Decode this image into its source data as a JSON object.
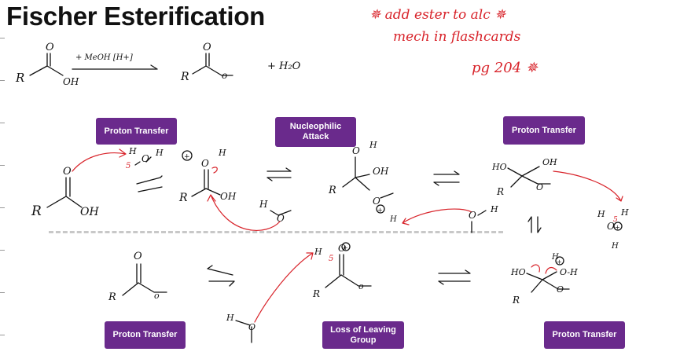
{
  "title": "Fischer Esterification",
  "note": {
    "line1": "✵ add   ester to alc ✵",
    "line2": "mech   in   flashcards",
    "line3": "pg  204  ✵"
  },
  "reaction": {
    "reagent": "+ MeOH [H+]",
    "byproduct": "+ H₂O"
  },
  "steps": {
    "s1": "Proton Transfer",
    "s2": "Nucleophilic Attack",
    "s3": "Proton Transfer",
    "s4": "Proton Transfer",
    "s5": "Loss of Leaving Group",
    "s6": "Proton Transfer"
  },
  "colors": {
    "step_bg": "#6a2a8c",
    "arrow": "#d8232a",
    "ink": "#111111"
  }
}
